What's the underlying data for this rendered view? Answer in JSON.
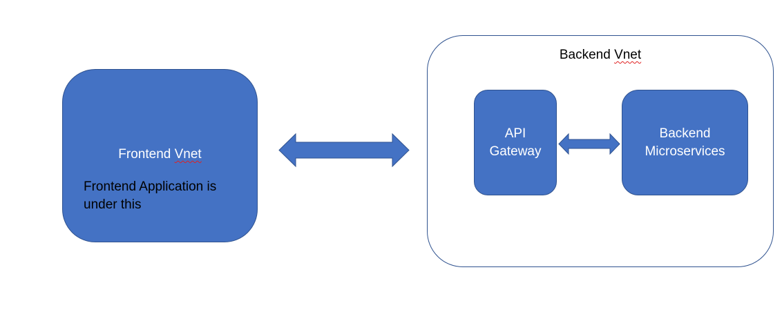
{
  "frontend_vnet": {
    "title": "Frontend Vnet",
    "note": "Frontend Application is under this"
  },
  "backend_vnet": {
    "title": "Backend Vnet",
    "api_gateway": {
      "line1": "API",
      "line2": "Gateway"
    },
    "microservices": {
      "line1": "Backend",
      "line2": "Microservices"
    }
  },
  "colors": {
    "shape_fill": "#4472c4",
    "shape_border": "#2f528f",
    "spellcheck_underline": "#e02020"
  }
}
